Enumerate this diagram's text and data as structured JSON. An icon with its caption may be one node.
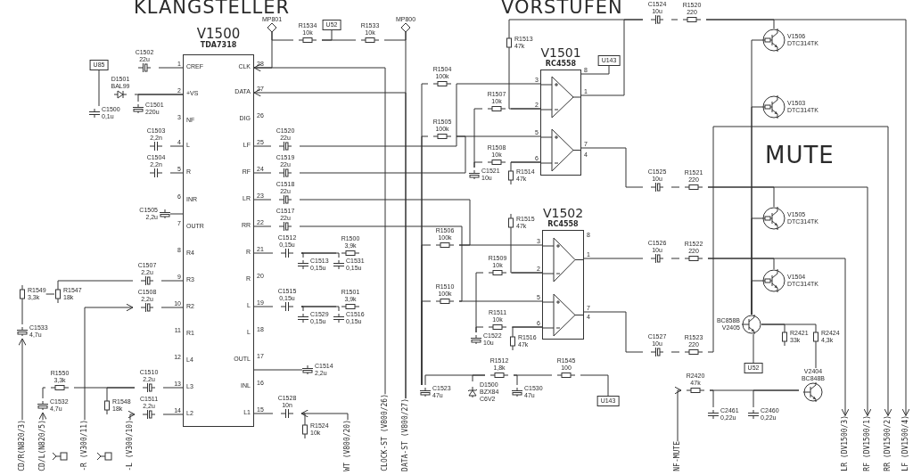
{
  "diagram": {
    "nodes": [
      {
        "text": [
          "V1500",
          "TDA7318",
          "CREF",
          "+VS",
          "NF",
          "L",
          "R",
          "INR",
          "OUTR",
          "R4",
          "R3",
          "R2",
          "R1",
          "L4",
          "L3",
          "L2",
          "CLK",
          "DATA",
          "DIG",
          "LF",
          "RF",
          "LR",
          "RR",
          "R",
          "R",
          "L",
          "L",
          "OUTL",
          "INL",
          "L1"
        ]
      },
      {
        "text": [
          "U85"
        ]
      },
      {
        "text": [
          "C1502",
          "22u"
        ]
      },
      {
        "text": [
          "D1501",
          "BAL99"
        ]
      },
      {
        "text": [
          "C1500",
          "0,1u"
        ]
      },
      {
        "text": [
          "C1501",
          "220u"
        ]
      },
      {
        "text": [
          "C1503",
          "2,2n"
        ]
      },
      {
        "text": [
          "C1504",
          "2,2n"
        ]
      },
      {
        "text": [
          "C1505",
          "2,2u"
        ]
      },
      {
        "text": [
          "C1507",
          "2,2u"
        ]
      },
      {
        "text": [
          "C1508",
          "2,2u"
        ]
      },
      {
        "text": [
          "R1549",
          "3,3k"
        ]
      },
      {
        "text": [
          "R1547",
          "18k"
        ]
      },
      {
        "text": [
          "C1533",
          "4,7u"
        ]
      },
      {
        "text": [
          "R1550",
          "3,3k"
        ]
      },
      {
        "text": [
          "C1532",
          "4,7u"
        ]
      },
      {
        "text": [
          "R1548",
          "18k"
        ]
      },
      {
        "text": [
          "C1510",
          "2,2u"
        ]
      },
      {
        "text": [
          "C1511",
          "2,2u"
        ]
      },
      {
        "text": [
          "CD/R(N820/3)"
        ]
      },
      {
        "text": [
          "CD/L(N820/5)"
        ]
      },
      {
        "text": [
          "-R (V300/11)"
        ]
      },
      {
        "text": [
          "-L (V300/10)"
        ]
      },
      {
        "text": [
          "MP801"
        ]
      },
      {
        "text": [
          "R1534",
          "10k"
        ]
      },
      {
        "text": [
          "U52"
        ]
      },
      {
        "text": [
          "R1533",
          "10k"
        ]
      },
      {
        "text": [
          "MP800"
        ]
      },
      {
        "text": [
          "C1520",
          "22u"
        ]
      },
      {
        "text": [
          "C1519",
          "22u"
        ]
      },
      {
        "text": [
          "C1518",
          "22u"
        ]
      },
      {
        "text": [
          "C1517",
          "22u"
        ]
      },
      {
        "text": [
          "C1512",
          "0,15u"
        ]
      },
      {
        "text": [
          "C1513",
          "0,15u"
        ]
      },
      {
        "text": [
          "C1531",
          "0,15u"
        ]
      },
      {
        "text": [
          "R1500",
          "3,9k"
        ]
      },
      {
        "text": [
          "C1515",
          "0,15u"
        ]
      },
      {
        "text": [
          "C1529",
          "0,15u"
        ]
      },
      {
        "text": [
          "C1516",
          "0,15u"
        ]
      },
      {
        "text": [
          "R1501",
          "3,9k"
        ]
      },
      {
        "text": [
          "C1514",
          "2,2u"
        ]
      },
      {
        "text": [
          "C1528",
          "10n"
        ]
      },
      {
        "text": [
          "R1524",
          "10k"
        ]
      },
      {
        "text": [
          "WT (V800/20)"
        ]
      },
      {
        "text": [
          "CLOCK-ST (V800/26)"
        ]
      },
      {
        "text": [
          "DATA-ST (V800/27)"
        ]
      },
      {
        "text": [
          "R1513",
          "47k"
        ]
      },
      {
        "text": [
          "V1501",
          "RC4558"
        ]
      },
      {
        "text": [
          "U143"
        ]
      },
      {
        "text": [
          "R1504",
          "100k"
        ]
      },
      {
        "text": [
          "R1507",
          "10k"
        ]
      },
      {
        "text": [
          "R1505",
          "100k"
        ]
      },
      {
        "text": [
          "R1508",
          "10k"
        ]
      },
      {
        "text": [
          "C1521",
          "10u"
        ]
      },
      {
        "text": [
          "R1514",
          "47k"
        ]
      },
      {
        "text": [
          "C1524",
          "10u"
        ]
      },
      {
        "text": [
          "R1520",
          "220"
        ]
      },
      {
        "text": [
          "C1525",
          "10u"
        ]
      },
      {
        "text": [
          "R1521",
          "220"
        ]
      },
      {
        "text": [
          "R1515",
          "47k"
        ]
      },
      {
        "text": [
          "V1502",
          "RC4558"
        ]
      },
      {
        "text": [
          "R1506",
          "100k"
        ]
      },
      {
        "text": [
          "R1509",
          "10k"
        ]
      },
      {
        "text": [
          "R1510",
          "100k"
        ]
      },
      {
        "text": [
          "R1511",
          "10k"
        ]
      },
      {
        "text": [
          "C1522",
          "10u"
        ]
      },
      {
        "text": [
          "R1516",
          "47k"
        ]
      },
      {
        "text": [
          "C1526",
          "10u"
        ]
      },
      {
        "text": [
          "R1522",
          "220"
        ]
      },
      {
        "text": [
          "C1527",
          "10u"
        ]
      },
      {
        "text": [
          "R1523",
          "220"
        ]
      },
      {
        "text": [
          "R1512",
          "1,8k"
        ]
      },
      {
        "text": [
          "R1545",
          "100"
        ]
      },
      {
        "text": [
          "C1523",
          "47u"
        ]
      },
      {
        "text": [
          "D1500",
          "BZX84 C6V2"
        ]
      },
      {
        "text": [
          "C1530",
          "47u"
        ]
      },
      {
        "text": [
          "U143"
        ]
      },
      {
        "text": [
          "V1506",
          "DTC314TK"
        ]
      },
      {
        "text": [
          "V1503",
          "DTC314TK"
        ]
      },
      {
        "text": [
          "V1505",
          "DTC314TK"
        ]
      },
      {
        "text": [
          "V1504",
          "DTC314TK"
        ]
      },
      {
        "text": [
          "BC858B",
          "V2405"
        ]
      },
      {
        "text": [
          "R2421",
          "33k"
        ]
      },
      {
        "text": [
          "R2424",
          "4,3k"
        ]
      },
      {
        "text": [
          "U52"
        ]
      },
      {
        "text": [
          "V2404",
          "BC848B"
        ]
      },
      {
        "text": [
          "R2420",
          "47k"
        ]
      },
      {
        "text": [
          "C2461",
          "0,22u"
        ]
      },
      {
        "text": [
          "C2460",
          "0,22u"
        ]
      },
      {
        "text": [
          "NF-MUTE"
        ]
      },
      {
        "text": [
          "LR (DV1500/3)"
        ]
      },
      {
        "text": [
          "RF (DV1500/1)"
        ]
      },
      {
        "text": [
          "RR (DV1500/2)"
        ]
      },
      {
        "text": [
          "LF (DV1500/4)"
        ]
      }
    ],
    "edges": [
      {
        "from": 2,
        "to": 0,
        "arrow": "none"
      },
      {
        "from": 3,
        "to": 0,
        "arrow": "none"
      },
      {
        "from": 1,
        "to": 4,
        "arrow": "none"
      },
      {
        "from": 5,
        "to": 0,
        "arrow": "none"
      },
      {
        "from": 6,
        "to": 0,
        "arrow": "none"
      },
      {
        "from": 7,
        "to": 0,
        "arrow": "none"
      },
      {
        "from": 8,
        "to": 0,
        "arrow": "none"
      },
      {
        "from": 9,
        "to": 0,
        "arrow": "none"
      },
      {
        "from": 10,
        "to": 0,
        "arrow": "none"
      },
      {
        "from": 12,
        "to": 9,
        "arrow": "none"
      },
      {
        "from": 11,
        "to": 12,
        "arrow": "none"
      },
      {
        "from": 13,
        "to": 11,
        "arrow": "none"
      },
      {
        "from": 19,
        "to": 13,
        "arrow": "to"
      },
      {
        "from": 14,
        "to": 17,
        "arrow": "none"
      },
      {
        "from": 15,
        "to": 14,
        "arrow": "none"
      },
      {
        "from": 20,
        "to": 15,
        "arrow": "to"
      },
      {
        "from": 21,
        "to": 10,
        "arrow": "to"
      },
      {
        "from": 22,
        "to": 18,
        "arrow": "to"
      },
      {
        "from": 16,
        "to": 17,
        "arrow": "none"
      },
      {
        "from": 17,
        "to": 0,
        "arrow": "none"
      },
      {
        "from": 18,
        "to": 0,
        "arrow": "none"
      },
      {
        "from": 23,
        "to": 24,
        "arrow": "none"
      },
      {
        "from": 23,
        "to": 0,
        "arrow": "none"
      },
      {
        "from": 24,
        "to": 26,
        "arrow": "none"
      },
      {
        "from": 25,
        "to": 24,
        "arrow": "none"
      },
      {
        "from": 26,
        "to": 27,
        "arrow": "none"
      },
      {
        "from": 44,
        "to": 0,
        "arrow": "to"
      },
      {
        "from": 45,
        "to": 0,
        "arrow": "to"
      },
      {
        "from": 27,
        "to": 45,
        "arrow": "none"
      },
      {
        "from": 28,
        "to": 0,
        "arrow": "none"
      },
      {
        "from": 29,
        "to": 0,
        "arrow": "none"
      },
      {
        "from": 30,
        "to": 0,
        "arrow": "none"
      },
      {
        "from": 31,
        "to": 0,
        "arrow": "none"
      },
      {
        "from": 28,
        "to": 49,
        "arrow": "none"
      },
      {
        "from": 29,
        "to": 51,
        "arrow": "none"
      },
      {
        "from": 30,
        "to": 61,
        "arrow": "none"
      },
      {
        "from": 31,
        "to": 63,
        "arrow": "none"
      },
      {
        "from": 49,
        "to": 47,
        "arrow": "none"
      },
      {
        "from": 50,
        "to": 47,
        "arrow": "none"
      },
      {
        "from": 51,
        "to": 47,
        "arrow": "none"
      },
      {
        "from": 52,
        "to": 47,
        "arrow": "none"
      },
      {
        "from": 46,
        "to": 47,
        "arrow": "none"
      },
      {
        "from": 46,
        "to": 55,
        "arrow": "none"
      },
      {
        "from": 47,
        "to": 55,
        "arrow": "none"
      },
      {
        "from": 48,
        "to": 47,
        "arrow": "none"
      },
      {
        "from": 55,
        "to": 56,
        "arrow": "none"
      },
      {
        "from": 56,
        "to": 77,
        "arrow": "none"
      },
      {
        "from": 56,
        "to": 93,
        "arrow": "to"
      },
      {
        "from": 47,
        "to": 57,
        "arrow": "none"
      },
      {
        "from": 57,
        "to": 58,
        "arrow": "none"
      },
      {
        "from": 58,
        "to": 79,
        "arrow": "none"
      },
      {
        "from": 58,
        "to": 91,
        "arrow": "to"
      },
      {
        "from": 53,
        "to": 52,
        "arrow": "none"
      },
      {
        "from": 50,
        "to": 53,
        "arrow": "none"
      },
      {
        "from": 54,
        "to": 47,
        "arrow": "none"
      },
      {
        "from": 61,
        "to": 60,
        "arrow": "none"
      },
      {
        "from": 62,
        "to": 60,
        "arrow": "none"
      },
      {
        "from": 63,
        "to": 60,
        "arrow": "none"
      },
      {
        "from": 64,
        "to": 60,
        "arrow": "none"
      },
      {
        "from": 59,
        "to": 60,
        "arrow": "none"
      },
      {
        "from": 65,
        "to": 64,
        "arrow": "none"
      },
      {
        "from": 62,
        "to": 65,
        "arrow": "none"
      },
      {
        "from": 66,
        "to": 60,
        "arrow": "none"
      },
      {
        "from": 60,
        "to": 67,
        "arrow": "none"
      },
      {
        "from": 67,
        "to": 68,
        "arrow": "none"
      },
      {
        "from": 68,
        "to": 80,
        "arrow": "none"
      },
      {
        "from": 68,
        "to": 90,
        "arrow": "to"
      },
      {
        "from": 60,
        "to": 69,
        "arrow": "none"
      },
      {
        "from": 69,
        "to": 70,
        "arrow": "none"
      },
      {
        "from": 70,
        "to": 92,
        "arrow": "to"
      },
      {
        "from": 73,
        "to": 71,
        "arrow": "none"
      },
      {
        "from": 74,
        "to": 71,
        "arrow": "none"
      },
      {
        "from": 71,
        "to": 72,
        "arrow": "none"
      },
      {
        "from": 75,
        "to": 71,
        "arrow": "none"
      },
      {
        "from": 72,
        "to": 76,
        "arrow": "none"
      },
      {
        "from": 49,
        "to": 73,
        "arrow": "none"
      },
      {
        "from": 51,
        "to": 73,
        "arrow": "none"
      },
      {
        "from": 61,
        "to": 73,
        "arrow": "none"
      },
      {
        "from": 63,
        "to": 73,
        "arrow": "none"
      },
      {
        "from": 32,
        "to": 0,
        "arrow": "none"
      },
      {
        "from": 36,
        "to": 0,
        "arrow": "none"
      },
      {
        "from": 40,
        "to": 0,
        "arrow": "none"
      },
      {
        "from": 41,
        "to": 0,
        "arrow": "none"
      },
      {
        "from": 32,
        "to": 33,
        "arrow": "none"
      },
      {
        "from": 32,
        "to": 34,
        "arrow": "none"
      },
      {
        "from": 32,
        "to": 35,
        "arrow": "none"
      },
      {
        "from": 36,
        "to": 37,
        "arrow": "none"
      },
      {
        "from": 36,
        "to": 38,
        "arrow": "none"
      },
      {
        "from": 36,
        "to": 39,
        "arrow": "none"
      },
      {
        "from": 41,
        "to": 42,
        "arrow": "none"
      },
      {
        "from": 43,
        "to": 41,
        "arrow": "to"
      },
      {
        "from": 81,
        "to": 77,
        "arrow": "none"
      },
      {
        "from": 81,
        "to": 78,
        "arrow": "none"
      },
      {
        "from": 81,
        "to": 79,
        "arrow": "none"
      },
      {
        "from": 81,
        "to": 80,
        "arrow": "none"
      },
      {
        "from": 84,
        "to": 81,
        "arrow": "none"
      },
      {
        "from": 82,
        "to": 81,
        "arrow": "none"
      },
      {
        "from": 81,
        "to": 83,
        "arrow": "none"
      },
      {
        "from": 83,
        "to": 85,
        "arrow": "none"
      },
      {
        "from": 86,
        "to": 85,
        "arrow": "none"
      },
      {
        "from": 87,
        "to": 86,
        "arrow": "none"
      },
      {
        "from": 88,
        "to": 85,
        "arrow": "none"
      },
      {
        "from": 89,
        "to": 86,
        "arrow": "to"
      }
    ],
    "labels": [
      "KLANGSTELLER",
      "VORSTUFEN",
      "MUTE",
      "1",
      "2",
      "3",
      "4",
      "5",
      "6",
      "7",
      "8",
      "9",
      "10",
      "11",
      "12",
      "13",
      "14",
      "28",
      "27",
      "26",
      "25",
      "24",
      "23",
      "22",
      "21",
      "20",
      "19",
      "18",
      "17",
      "16",
      "15",
      "3",
      "2",
      "5",
      "6",
      "8",
      "1",
      "7",
      "4",
      "3",
      "2",
      "5",
      "6",
      "8",
      "1",
      "7",
      "4"
    ]
  }
}
